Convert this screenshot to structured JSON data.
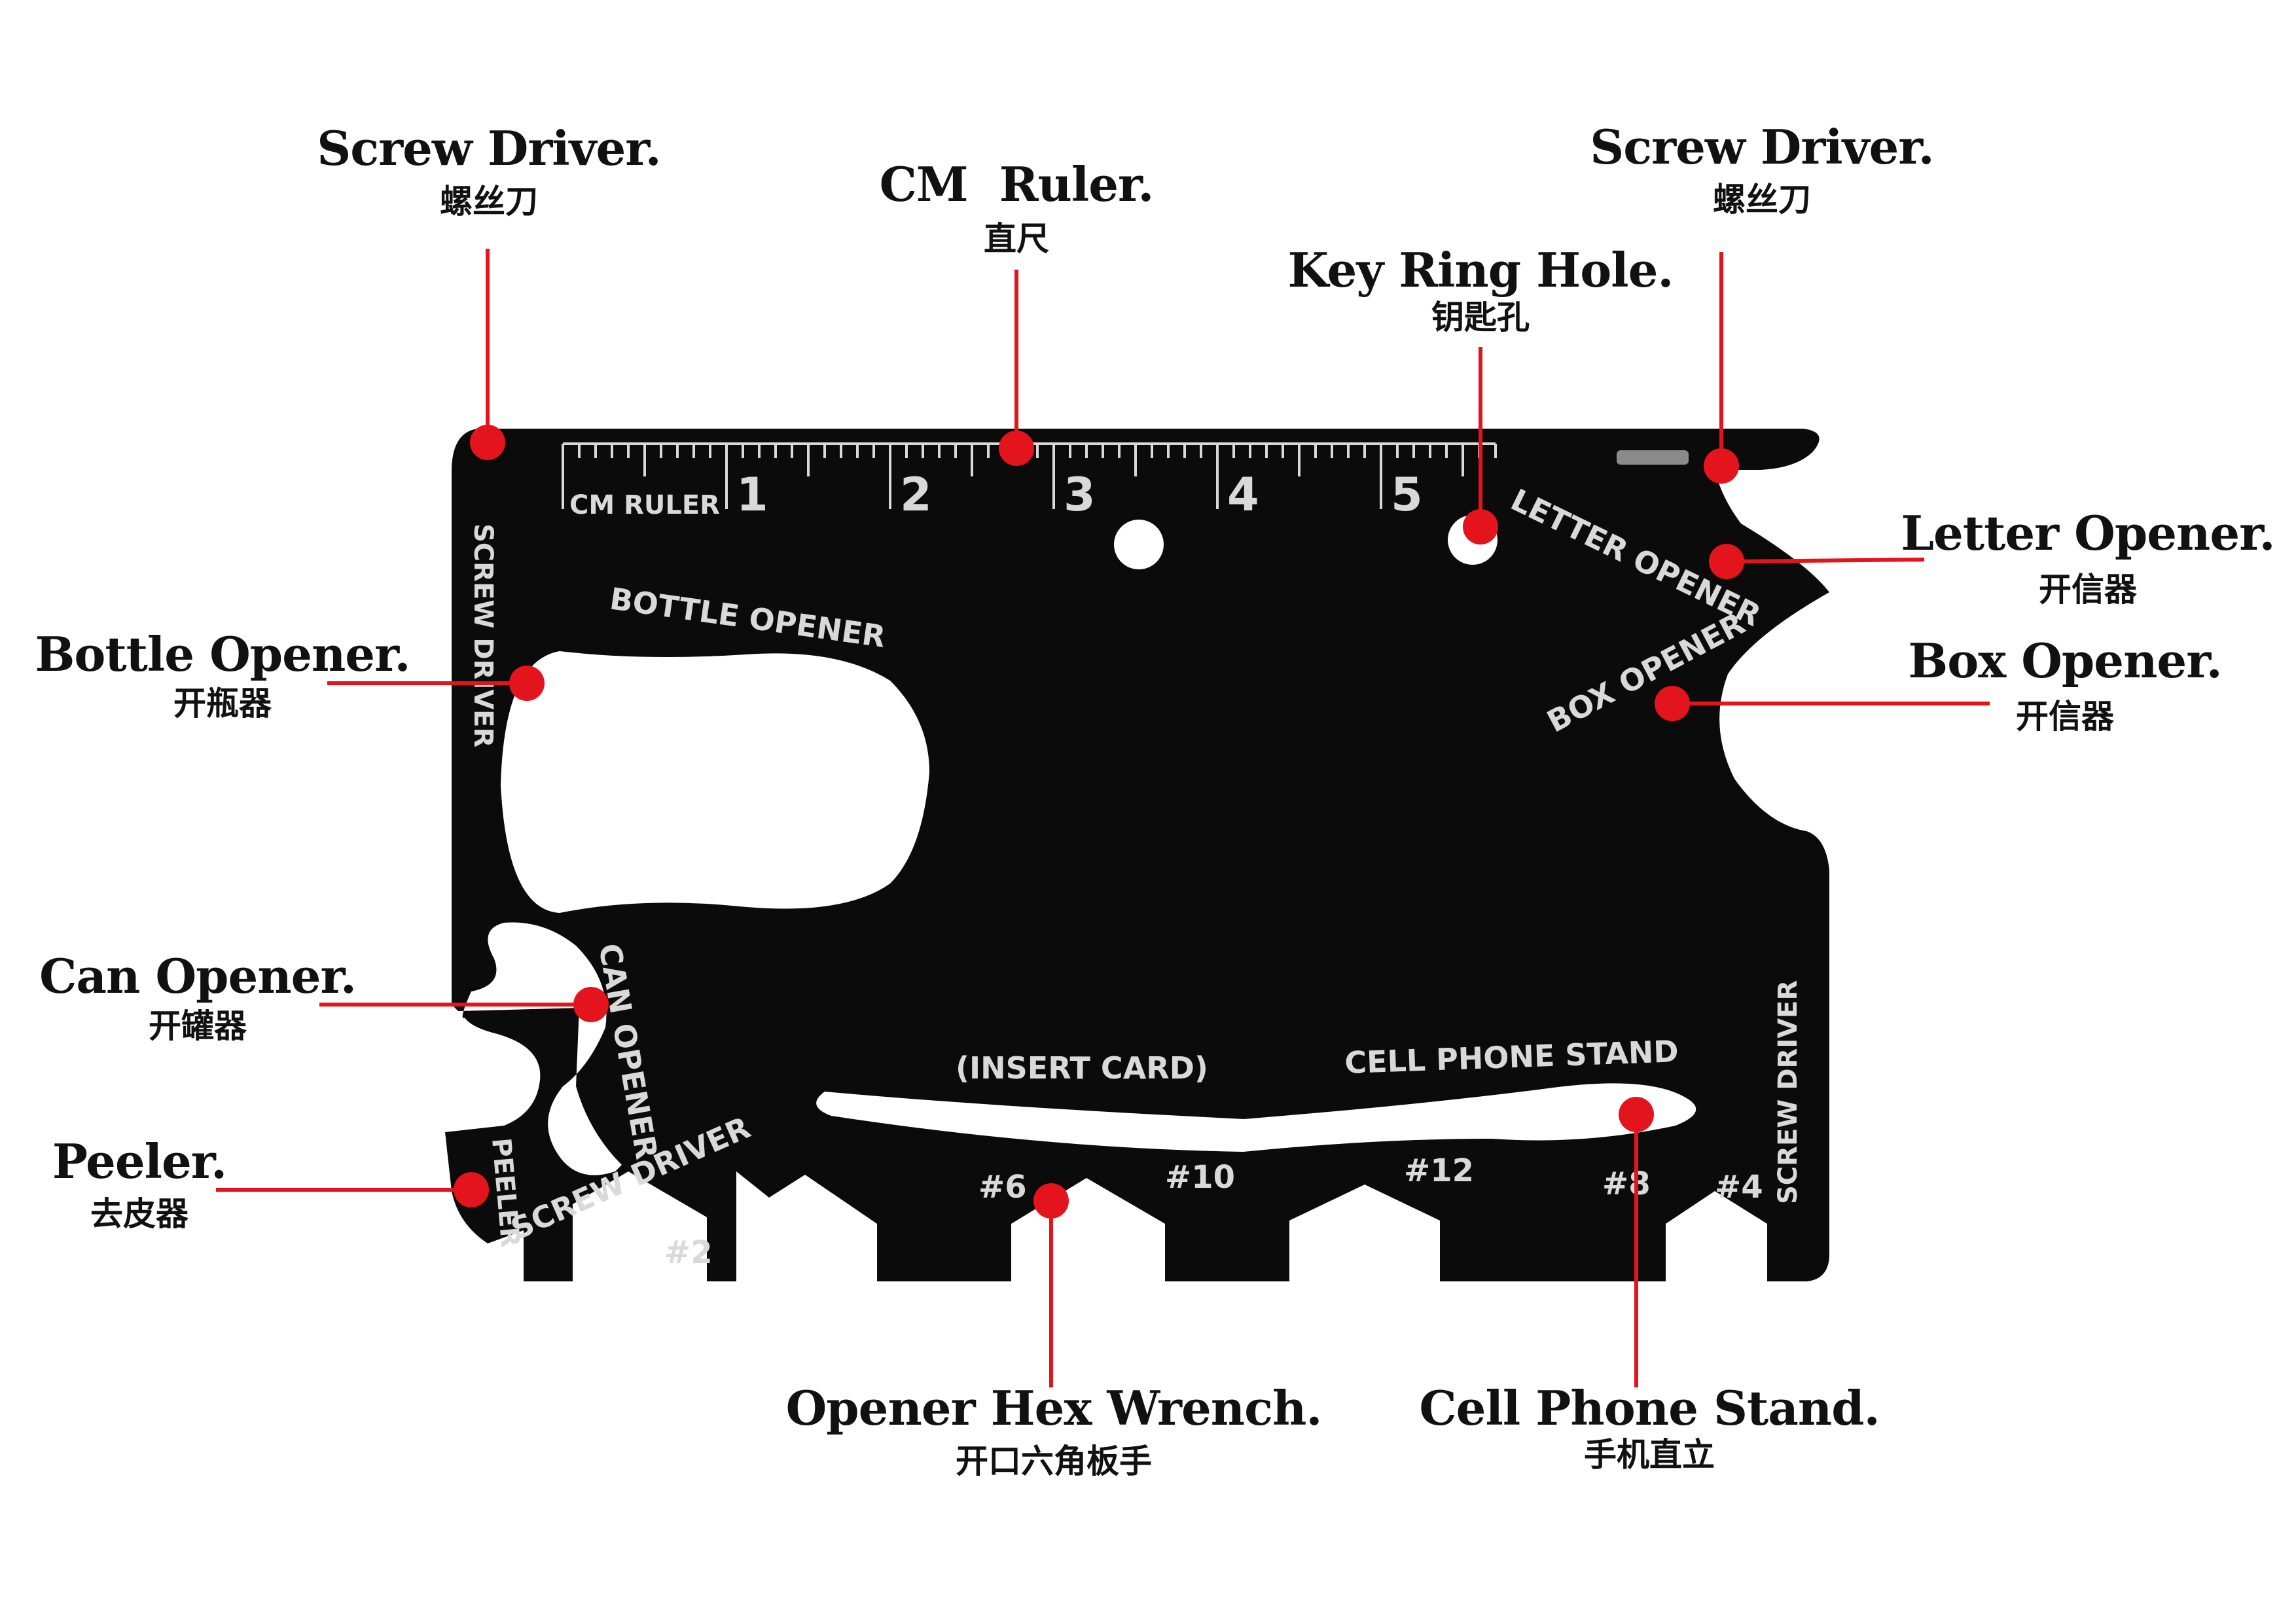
{
  "callouts": {
    "screw_driver_left": {
      "en": "Screw Driver.",
      "zh": "螺丝刀"
    },
    "cm_ruler": {
      "en": "CM  Ruler.",
      "zh": "直尺"
    },
    "key_ring_hole": {
      "en": "Key Ring Hole.",
      "zh": "钥匙孔"
    },
    "screw_driver_right": {
      "en": "Screw Driver.",
      "zh": "螺丝刀"
    },
    "letter_opener": {
      "en": "Letter Opener.",
      "zh": "开信器"
    },
    "box_opener": {
      "en": "Box Opener.",
      "zh": "开信器"
    },
    "bottle_opener": {
      "en": "Bottle Opener.",
      "zh": "开瓶器"
    },
    "can_opener": {
      "en": "Can Opener.",
      "zh": "开罐器"
    },
    "peeler": {
      "en": "Peeler.",
      "zh": "去皮器"
    },
    "hex_wrench": {
      "en": "Opener Hex Wrench.",
      "zh": "开口六角板手"
    },
    "phone_stand": {
      "en": "Cell Phone Stand.",
      "zh": "手机直立"
    }
  },
  "engravings": {
    "cm_ruler": "CM RULER",
    "ruler_numbers": [
      "1",
      "2",
      "3",
      "4",
      "5"
    ],
    "screw_driver_left": "SCREW DRIVER",
    "bottle_opener": "BOTTLE OPENER",
    "letter_opener": "LETTER OPENER",
    "box_opener": "BOX OPENER",
    "can_opener": "CAN OPENER",
    "peeler": "PEELER",
    "screw_driver_bottom": "SCREW DRIVER",
    "insert_card": "(INSERT CARD)",
    "cell_phone_stand": "CELL PHONE STAND",
    "screw_driver_right": "SCREW DRIVER",
    "hex_sizes": [
      "#2",
      "#6",
      "#10",
      "#12",
      "#8",
      "#4"
    ]
  },
  "colors": {
    "tool_body": "#0b0b0b",
    "engraving": "#d9d9d9",
    "callout_accent": "#e3141b",
    "background": "#ffffff"
  }
}
